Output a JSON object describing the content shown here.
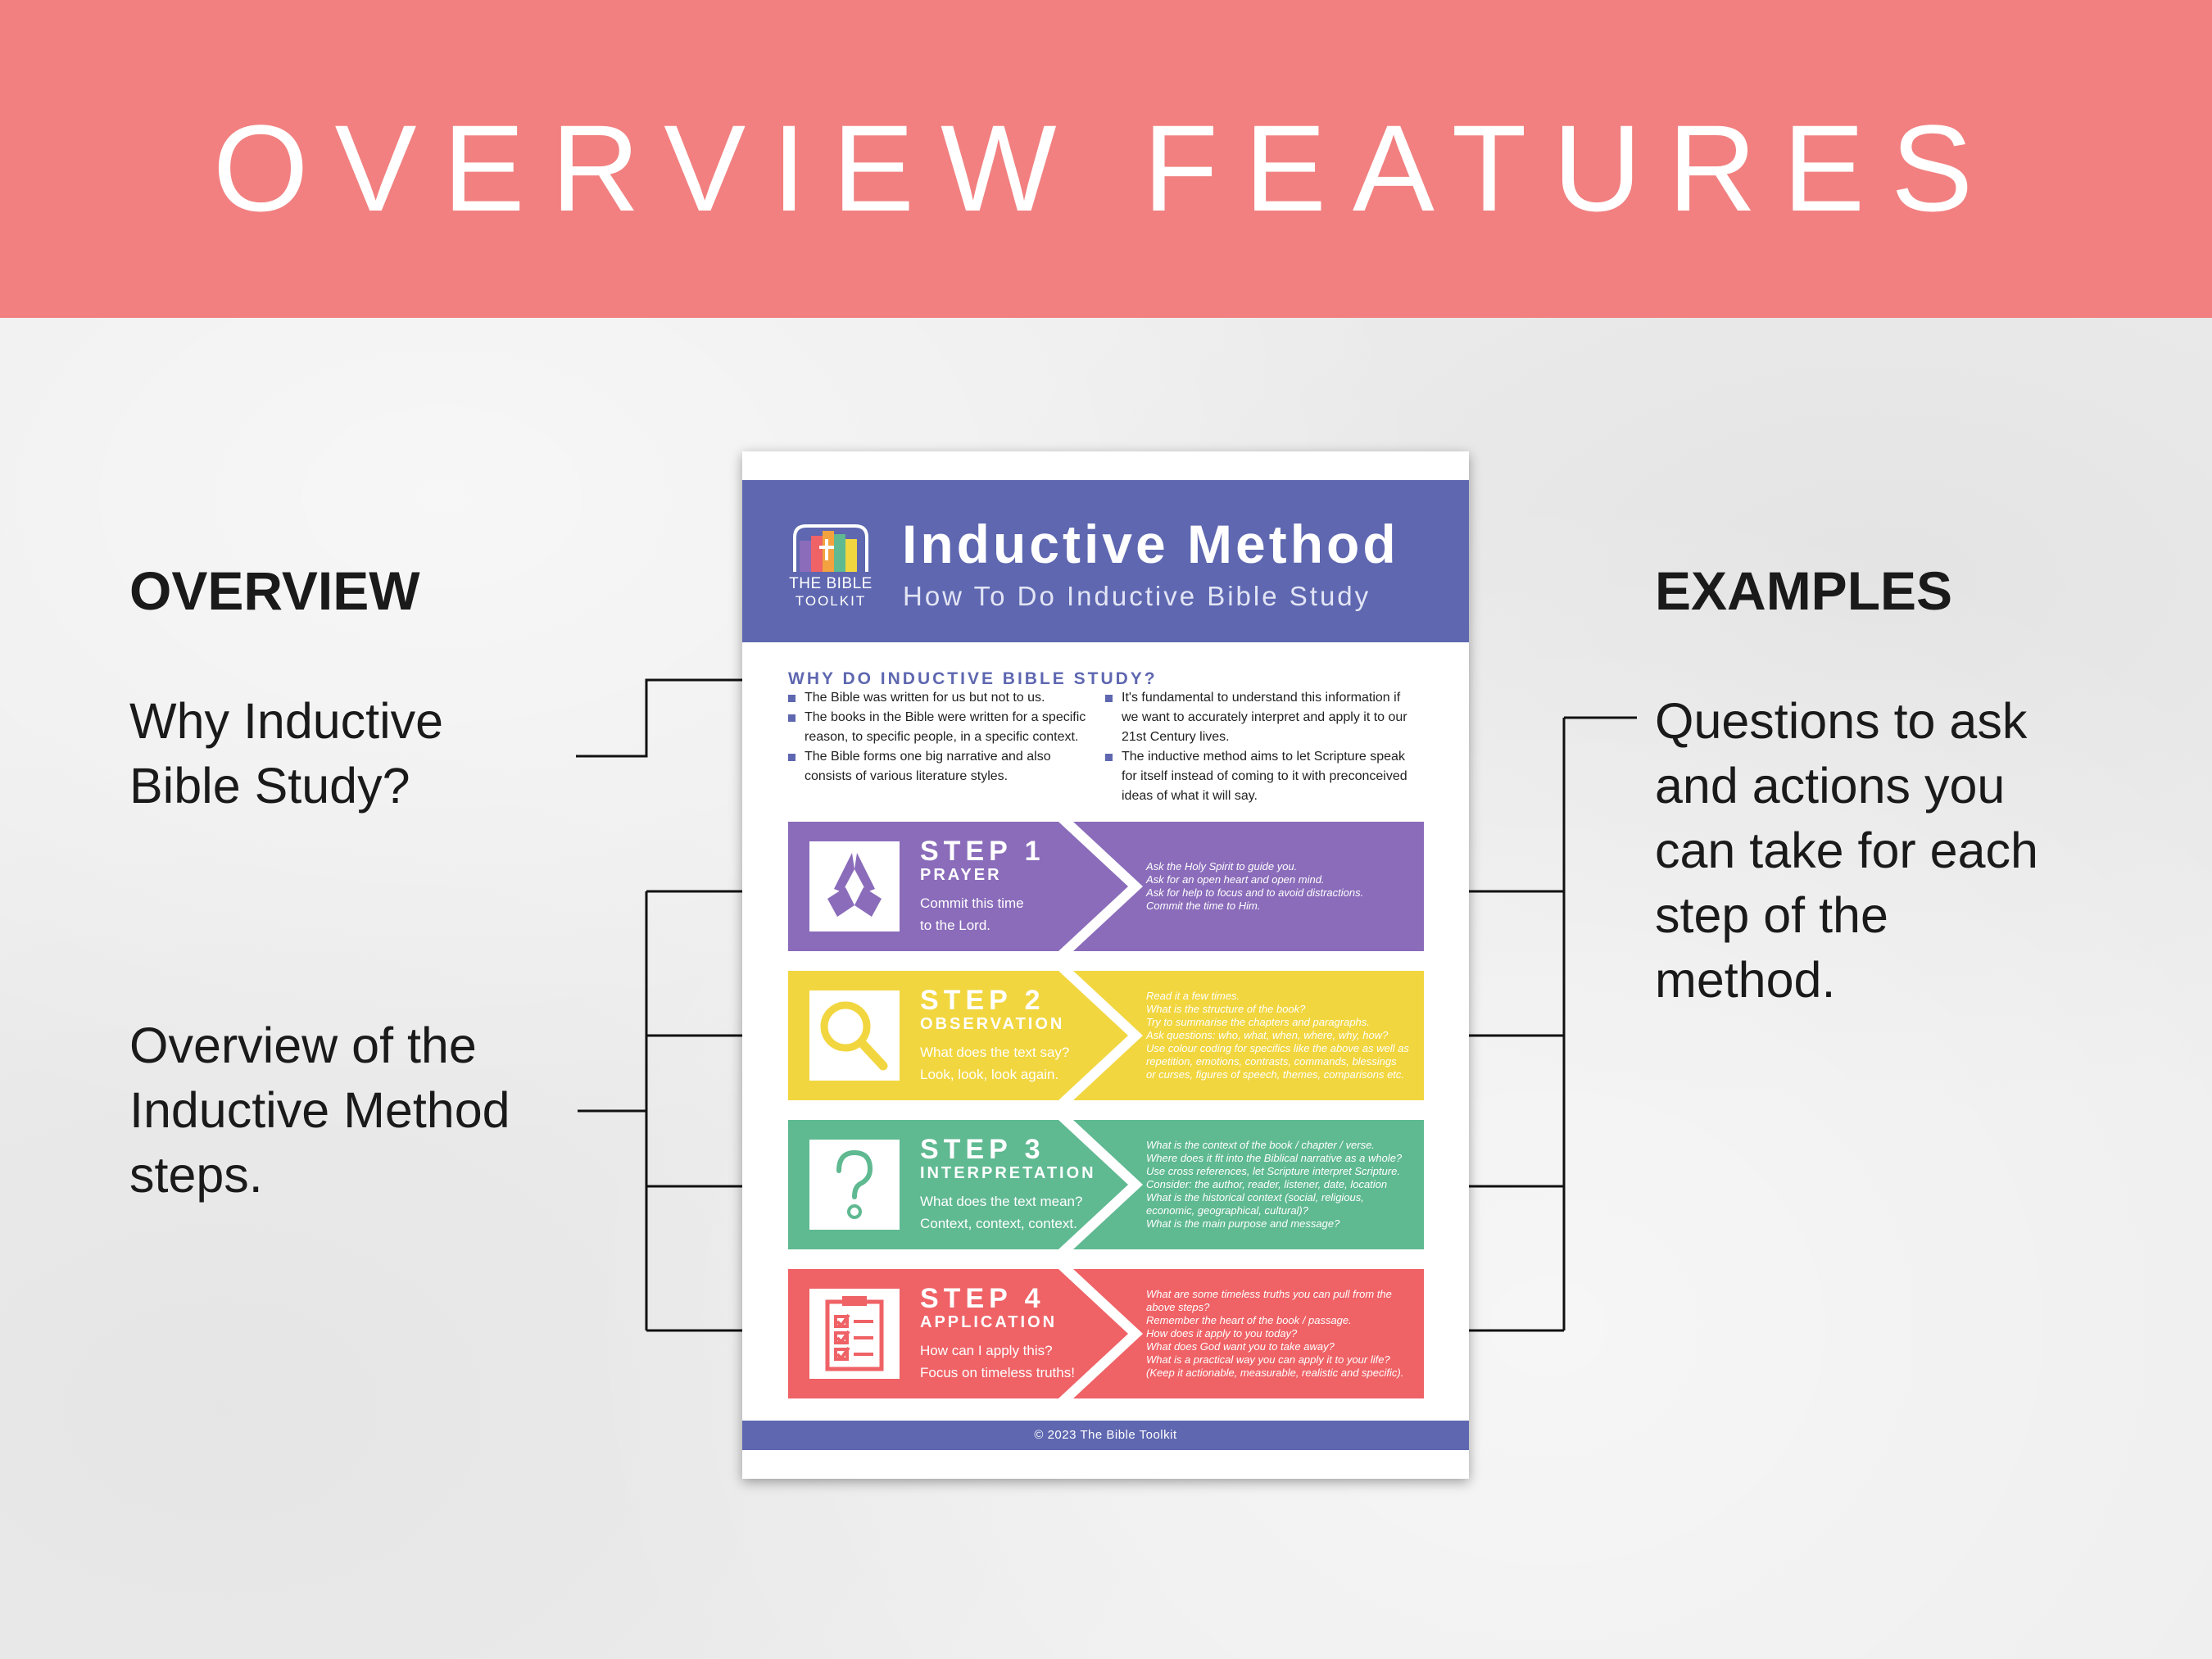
{
  "banner": {
    "title": "OVERVIEW FEATURES",
    "color": "#f28080"
  },
  "left": {
    "heading": "OVERVIEW",
    "why_lines": [
      "Why Inductive",
      "Bible Study?"
    ],
    "steps_lines": [
      "Overview of the",
      "Inductive Method",
      "steps."
    ]
  },
  "right": {
    "heading": "EXAMPLES",
    "lines": [
      "Questions to ask",
      "and actions you",
      "can take for each",
      "step of the",
      "method."
    ]
  },
  "poster": {
    "logo_line1": "THE BIBLE",
    "logo_line2": "TOOLKIT",
    "title": "Inductive Method",
    "subtitle": "How To Do Inductive Bible Study",
    "header_color": "#5e67b0",
    "why_title": "WHY DO INDUCTIVE BIBLE STUDY?",
    "why_left": [
      "The Bible was written for us but not to us.",
      "The books in the Bible were written for a specific reason, to specific people, in a specific context.",
      "The Bible forms one big narrative and also consists of various literature styles."
    ],
    "why_right": [
      "It's fundamental to understand this information if we want to accurately interpret and apply it to our 21st Century lives.",
      "The inductive method aims to let Scripture speak for itself instead of coming to it with preconceived ideas of what it will say."
    ],
    "steps": [
      {
        "num": "STEP 1",
        "name": "PRAYER",
        "icon": "praying-hands-icon",
        "color": "#8a6cba",
        "desc": [
          "Commit this time",
          "to the Lord."
        ],
        "examples": [
          "Ask the Holy Spirit to guide you.",
          "Ask for an open heart and open mind.",
          "Ask for help to focus and to avoid distractions.",
          "Commit the time to Him."
        ]
      },
      {
        "num": "STEP 2",
        "name": "OBSERVATION",
        "icon": "magnifying-glass-icon",
        "color": "#f2d63f",
        "desc": [
          "What does the text say?",
          "Look, look, look again."
        ],
        "examples": [
          "Read it a few times.",
          "What is the structure of the book?",
          "Try to summarise the chapters and paragraphs.",
          "Ask questions: who, what, when, where, why, how?",
          "Use colour coding for specifics like the above as well as",
          "repetition, emotions, contrasts, commands, blessings",
          "or curses, figures of speech, themes, comparisons etc."
        ]
      },
      {
        "num": "STEP 3",
        "name": "INTERPRETATION",
        "icon": "question-mark-icon",
        "color": "#5fb991",
        "desc": [
          "What does the text mean?",
          "Context, context, context."
        ],
        "examples": [
          "What is the context of the book / chapter / verse.",
          "Where does it fit into the Biblical narrative as a whole?",
          "Use cross references, let Scripture interpret Scripture.",
          "Consider: the author, reader, listener, date, location",
          "What is the historical context (social, religious,",
          "economic, geographical, cultural)?",
          "What is the main purpose and message?"
        ]
      },
      {
        "num": "STEP 4",
        "name": "APPLICATION",
        "icon": "checklist-clipboard-icon",
        "color": "#ef6266",
        "desc": [
          "How can I apply this?",
          "Focus on timeless truths!"
        ],
        "examples": [
          "What are some timeless truths you can pull from the",
          "above steps?",
          "Remember the heart of the book / passage.",
          "How does it apply to you today?",
          "What does God want you to take away?",
          "What is a practical way you can apply it to your life?",
          "(Keep it actionable, measurable, realistic and specific)."
        ]
      }
    ],
    "footer": "© 2023 The Bible Toolkit"
  }
}
